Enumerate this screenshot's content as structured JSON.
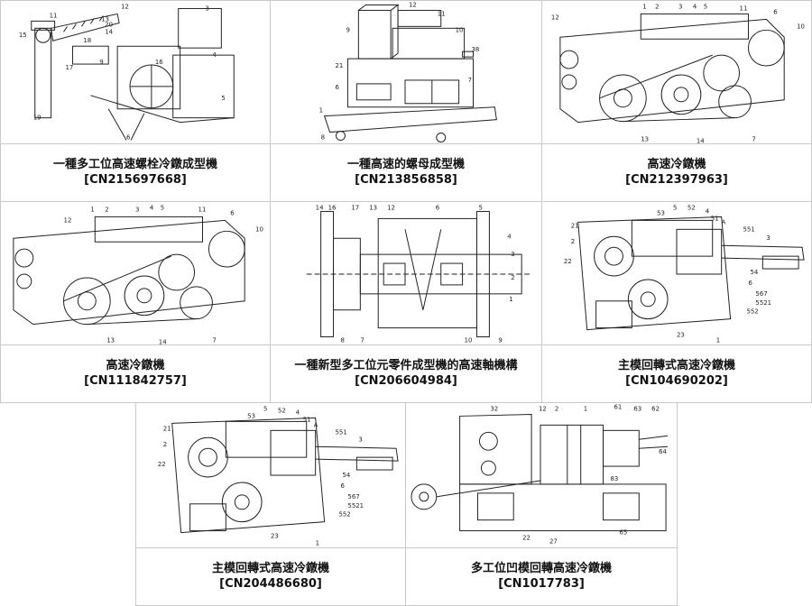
{
  "patents": [
    {
      "title": "一種多工位高速螺栓冷鐓成型機",
      "number": "[CN215697668]"
    },
    {
      "title": "一種高速的螺母成型機",
      "number": "[CN213856858]"
    },
    {
      "title": "高速冷鐓機",
      "number": "[CN212397963]"
    },
    {
      "title": "高速冷鐓機",
      "number": "[CN111842757]"
    },
    {
      "title": "一種新型多工位元零件成型機的高速軸機構",
      "number": "[CN206604984]"
    },
    {
      "title": "主模回轉式高速冷鐓機",
      "number": "[CN104690202]"
    },
    {
      "title": "主模回轉式高速冷鐓機",
      "number": "[CN204486680]"
    },
    {
      "title": "多工位凹模回轉高速冷鐓機",
      "number": "[CN1017783]"
    }
  ],
  "labels": {
    "p0": [
      "11",
      "12",
      "13",
      "14",
      "15",
      "16",
      "17",
      "18",
      "19",
      "20",
      "3",
      "4",
      "5",
      "6",
      "9"
    ],
    "p1": [
      "12",
      "11",
      "10",
      "9",
      "38",
      "21",
      "6",
      "7",
      "1",
      "8"
    ],
    "p2": [
      "12",
      "1",
      "2",
      "3",
      "4",
      "5",
      "11",
      "6",
      "10",
      "13",
      "14",
      "7"
    ],
    "p3": [
      "12",
      "1",
      "2",
      "3",
      "4",
      "5",
      "11",
      "6",
      "10",
      "13",
      "14",
      "7"
    ],
    "p4": [
      "14",
      "16",
      "17",
      "13",
      "12",
      "6",
      "5",
      "4",
      "3",
      "2",
      "1",
      "8",
      "7",
      "10",
      "9"
    ],
    "p5": [
      "53",
      "5",
      "52",
      "4",
      "51",
      "A",
      "551",
      "3",
      "21",
      "2",
      "22",
      "54",
      "6",
      "567",
      "5521",
      "552",
      "23",
      "1"
    ],
    "p6": [
      "53",
      "5",
      "52",
      "4",
      "51",
      "A",
      "551",
      "3",
      "21",
      "2",
      "22",
      "54",
      "6",
      "567",
      "5521",
      "552",
      "23",
      "1"
    ],
    "p7": [
      "32",
      "12",
      "2",
      "1",
      "61",
      "63",
      "62",
      "64",
      "83",
      "27",
      "65",
      "22"
    ]
  }
}
